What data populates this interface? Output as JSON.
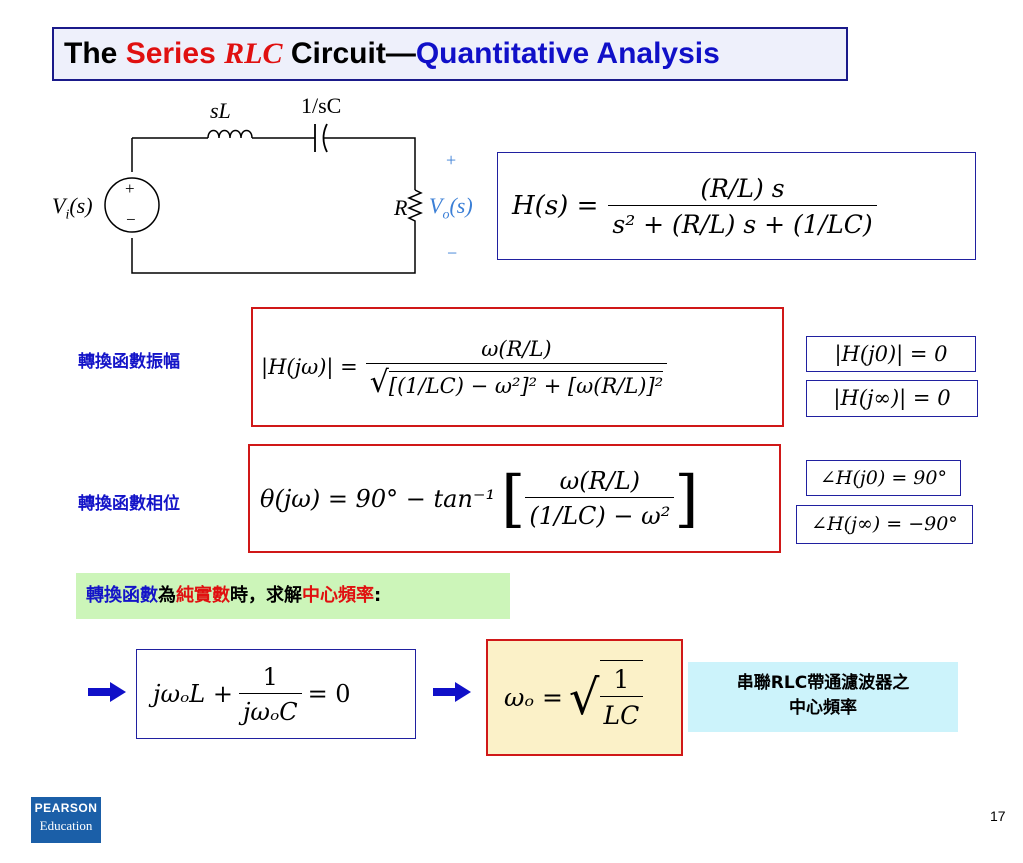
{
  "title": {
    "part1": "The",
    "part2": "Series",
    "part3": "RLC",
    "part4": "Circuit—",
    "part5": "Quantitative Analysis"
  },
  "circuit": {
    "inductor_label": "sL",
    "capacitor_label": "1/sC",
    "source_label": "V",
    "source_sub": "i",
    "source_arg": "(s)",
    "resistor_label": "R",
    "output_label": "V",
    "output_sub": "o",
    "output_arg": "(s)",
    "plus": "+",
    "minus": "−",
    "src_plus": "+",
    "src_minus": "−"
  },
  "transfer": {
    "lhs": "H(s) =",
    "num": "(R/L) s",
    "den": "s² + (R/L) s + (1/LC)"
  },
  "magnitude": {
    "label": "轉換函數振幅",
    "lhs": "|H(jω)| =",
    "num": "ω(R/L)",
    "den": "[(1/LC) − ω²]² + [ω(R/L)]²",
    "limit0": "|H(j0)| = 0",
    "limitInf": "|H(j∞)| = 0"
  },
  "phase": {
    "label": "轉換函數相位",
    "lhs": "θ(jω) = 90° − tan⁻¹",
    "num": "ω(R/L)",
    "den": "(1/LC) − ω²",
    "angle0": "∠H(j0) = 90°",
    "angleInf": "∠H(j∞) = −90°"
  },
  "condition": {
    "p1": "轉換函數",
    "p2": "為",
    "p3": "純實數",
    "p4": "時，求解",
    "p5": "中心頻率",
    "p6": ":"
  },
  "resonance": {
    "eq_lhs": "jωₒL +",
    "eq_num": "1",
    "eq_den": "jωₒC",
    "eq_rhs": "= 0",
    "w0_lhs": "ωₒ =",
    "w0_num": "1",
    "w0_den": "LC",
    "note_line1": "串聯RLC帶通濾波器之",
    "note_line2": "中心頻率"
  },
  "footer": {
    "logo_top": "PEARSON",
    "logo_bottom": "Education",
    "page": "17"
  },
  "colors": {
    "blue": "#1010c8",
    "red": "#e01010",
    "circuit_blue": "#3b7fd6"
  }
}
